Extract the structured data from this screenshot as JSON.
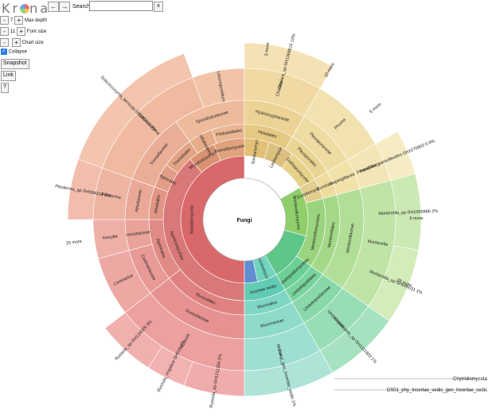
{
  "app": {
    "logo": {
      "k": "K",
      "r": "r",
      "n": "n",
      "a": "a"
    },
    "back_glyph": "←",
    "forward_glyph": "→",
    "search_label": "Search:",
    "search_value": "",
    "search_clear": "x",
    "controls": [
      {
        "name": "max-depth",
        "minus": "-",
        "value": "7",
        "plus": "+",
        "label": "Max depth"
      },
      {
        "name": "font-size",
        "minus": "-",
        "value": "11",
        "plus": "+",
        "label": "Font size"
      },
      {
        "name": "chart-size",
        "minus": "-",
        "value": "",
        "plus": "+",
        "label": "Chart size"
      }
    ],
    "collapse_check": "✓",
    "collapse_label": "Collapse",
    "snapshot_label": "Snapshot",
    "link_label": "Link",
    "help_label": "?",
    "icons": [
      "krona-logo",
      "back-arrow-icon",
      "forward-arrow-icon",
      "checkbox-icon"
    ]
  },
  "chart_data": {
    "type": "sunburst",
    "center_label": "Fungi",
    "start_angle_deg": 0,
    "rings": [
      "phylum",
      "class",
      "order",
      "family",
      "genus",
      "species"
    ],
    "nodes": [
      {
        "level": 1,
        "label": "Basidiomycota",
        "start": 180,
        "end": 360,
        "color": "#d9686a"
      },
      {
        "level": 1,
        "label": "Ascomycota",
        "start": 85,
        "end": 130,
        "color": "#d4b06a"
      },
      {
        "level": 1,
        "label": "",
        "start": 130,
        "end": 150,
        "color": "#e6d8a3"
      },
      {
        "level": 1,
        "label": "Mortierellomycota",
        "start": 60,
        "end": 105,
        "color": "#8fce6a"
      },
      {
        "level": 1,
        "label": "",
        "start": 105,
        "end": 150,
        "color": "#5fc68a"
      },
      {
        "level": 1,
        "label": "Mucoromycota",
        "start": 150,
        "end": 168,
        "color": "#70d4bf"
      },
      {
        "level": 1,
        "label": "",
        "start": 168,
        "end": 180,
        "color": "#5f8fd0"
      },
      {
        "level": 2,
        "label": "Agaricomycetes",
        "start": 180,
        "end": 318,
        "color": "#d97878"
      },
      {
        "level": 2,
        "label": "Microbotryomycetes",
        "start": 318,
        "end": 338,
        "color": "#d99272"
      },
      {
        "level": 2,
        "label": "Tremellomycetes",
        "start": 338,
        "end": 360,
        "color": "#e0a17c"
      },
      {
        "level": 2,
        "label": "Sordariomycetes",
        "start": 0,
        "end": 18,
        "color": "#e2c076"
      },
      {
        "level": 2,
        "label": "Leotiomycetes",
        "start": 18,
        "end": 36,
        "color": "#dcc07e"
      },
      {
        "level": 2,
        "label": "Dothideomycetes",
        "start": 36,
        "end": 60,
        "color": "#e7d28a"
      },
      {
        "level": 2,
        "label": "Eurotiomycetes",
        "start": 60,
        "end": 75,
        "color": "#e2cf90"
      },
      {
        "level": 2,
        "label": "Mortierellomycetes",
        "start": 75,
        "end": 125,
        "color": "#9ad47e"
      },
      {
        "level": 2,
        "label": "Umbelopsidomycetes",
        "start": 125,
        "end": 150,
        "color": "#6ccf95"
      },
      {
        "level": 2,
        "label": "Incertae sedis",
        "start": 150,
        "end": 180,
        "color": "#62cbb4"
      },
      {
        "level": 3,
        "label": "Russulales",
        "start": 180,
        "end": 232,
        "color": "#e08282"
      },
      {
        "level": 3,
        "label": "Agaricales",
        "start": 232,
        "end": 270,
        "color": "#e18b86"
      },
      {
        "level": 3,
        "label": "Atheliales",
        "start": 270,
        "end": 290,
        "color": "#e29585"
      },
      {
        "level": 3,
        "label": "Polyporales",
        "start": 290,
        "end": 305,
        "color": "#e49e88"
      },
      {
        "level": 3,
        "label": "Tremellales",
        "start": 305,
        "end": 325,
        "color": "#e2a486"
      },
      {
        "level": 3,
        "label": "Sporidiobolales",
        "start": 325,
        "end": 340,
        "color": "#e6ab88"
      },
      {
        "level": 3,
        "label": "Filobasidiales",
        "start": 340,
        "end": 360,
        "color": "#e9b592"
      },
      {
        "level": 3,
        "label": "Helotiales",
        "start": 0,
        "end": 30,
        "color": "#e5c882"
      },
      {
        "level": 3,
        "label": "Pleosporales",
        "start": 30,
        "end": 60,
        "color": "#ead494"
      },
      {
        "level": 3,
        "label": "Eurotiales",
        "start": 60,
        "end": 75,
        "color": "#eedc9c"
      },
      {
        "level": 3,
        "label": "Mortierellales",
        "start": 75,
        "end": 125,
        "color": "#a4d98a"
      },
      {
        "level": 3,
        "label": "Umbelopsidales",
        "start": 125,
        "end": 150,
        "color": "#78d39e"
      },
      {
        "level": 3,
        "label": "Mucorales",
        "start": 150,
        "end": 180,
        "color": "#7ed6c4"
      },
      {
        "level": 4,
        "label": "Russulaceae",
        "start": 180,
        "end": 232,
        "color": "#e79292"
      },
      {
        "level": 4,
        "label": "Cortinariaceae",
        "start": 232,
        "end": 255,
        "color": "#e89a96"
      },
      {
        "level": 4,
        "label": "Inocybaceae",
        "start": 255,
        "end": 270,
        "color": "#eaa39a"
      },
      {
        "level": 4,
        "label": "Atheliaceae",
        "start": 270,
        "end": 290,
        "color": "#eaa998"
      },
      {
        "level": 4,
        "label": "Tremellaceae",
        "start": 290,
        "end": 325,
        "color": "#eaae96"
      },
      {
        "level": 4,
        "label": "Sporidiobolaceae",
        "start": 325,
        "end": 360,
        "color": "#edbb9c"
      },
      {
        "level": 4,
        "label": "Hyaloscyphaceae",
        "start": 0,
        "end": 30,
        "color": "#ecd294"
      },
      {
        "level": 4,
        "label": "Pleosporaceae",
        "start": 30,
        "end": 60,
        "color": "#efdca2"
      },
      {
        "level": 4,
        "label": "Aspergillaceae",
        "start": 60,
        "end": 75,
        "color": "#f1e2aa"
      },
      {
        "level": 4,
        "label": "Mortierellaceae",
        "start": 75,
        "end": 125,
        "color": "#b2de98"
      },
      {
        "level": 4,
        "label": "Umbelopsidaceae",
        "start": 125,
        "end": 150,
        "color": "#88d8aa"
      },
      {
        "level": 4,
        "label": "Mucoraceae",
        "start": 150,
        "end": 180,
        "color": "#8edbcb"
      },
      {
        "level": 5,
        "label": "Russula",
        "start": 180,
        "end": 232,
        "color": "#eca0a0"
      },
      {
        "level": 5,
        "label": "Cortinarius",
        "start": 232,
        "end": 255,
        "color": "#eda8a4"
      },
      {
        "level": 5,
        "label": "Inocybe",
        "start": 255,
        "end": 270,
        "color": "#eeb0a6"
      },
      {
        "level": 5,
        "label": "Piloderma",
        "start": 270,
        "end": 290,
        "color": "#eeb4a2"
      },
      {
        "level": 5,
        "label": "Solicoccozyma",
        "start": 290,
        "end": 340,
        "color": "#efbaa0"
      },
      {
        "level": 5,
        "label": "Leucosporidium",
        "start": 340,
        "end": 360,
        "color": "#f1c4a8"
      },
      {
        "level": 5,
        "label": "Chalara",
        "start": 0,
        "end": 30,
        "color": "#f0d9a2"
      },
      {
        "level": 5,
        "label": "Phoma",
        "start": 30,
        "end": 60,
        "color": "#f2e2b0"
      },
      {
        "level": 5,
        "label": "Penicillium",
        "start": 60,
        "end": 75,
        "color": "#f3e6b6"
      },
      {
        "level": 5,
        "label": "Mortierella",
        "start": 75,
        "end": 125,
        "color": "#bfe4a6"
      },
      {
        "level": 5,
        "label": "Umbelopsis",
        "start": 125,
        "end": 150,
        "color": "#98ddb6"
      },
      {
        "level": 5,
        "label": "Mucor",
        "start": 150,
        "end": 180,
        "color": "#9edfd2"
      },
      {
        "level": 6,
        "label": "Russula_sp-SH1211334",
        "pct": "2%",
        "start": 180,
        "end": 200,
        "color": "#f0acac"
      },
      {
        "level": 6,
        "label": "Russula_ringalica-SH018",
        "pct": "4%",
        "start": 200,
        "end": 213,
        "color": "#f2b2b2"
      },
      {
        "level": 6,
        "label": "Russula_sp-SH124025",
        "pct": "3%",
        "start": 213,
        "end": 232,
        "color": "#f0b0ae"
      },
      {
        "level": 6,
        "label": "Piloderma_sp-SH094316",
        "pct": "6%",
        "start": 270,
        "end": 290,
        "color": "#f2bdac"
      },
      {
        "level": 6,
        "label": "Solicoccozyma_terricola-SH185613",
        "pct": "5%",
        "start": 290,
        "end": 340,
        "color": "#f3c4ae"
      },
      {
        "level": 6,
        "label": "Chalara_sp-SH1068615",
        "pct": "10%",
        "start": 0,
        "end": 30,
        "color": "#f4e2b4"
      },
      {
        "level": 6,
        "label": "Penicillium_penicillioides-SH1070803",
        "pct": "0.9%",
        "start": 60,
        "end": 75,
        "color": "#f6ecc4"
      },
      {
        "level": 6,
        "label": "Mortierella_sp-SH1055886",
        "pct": "2%",
        "start": 75,
        "end": 100,
        "color": "#cce9b4"
      },
      {
        "level": 6,
        "label": "Mortierella_sp-SH095011",
        "pct": "1%",
        "start": 100,
        "end": 125,
        "color": "#d2ecba"
      },
      {
        "level": 6,
        "label": "Umbelopsis_sp-SH1111903",
        "pct": "1%",
        "start": 125,
        "end": 150,
        "color": "#a6e2c0"
      },
      {
        "level": 6,
        "label": "Fungi_gen_Incertae_sedis",
        "pct": "1%",
        "start": 150,
        "end": 180,
        "color": "#aee3d8"
      }
    ],
    "outer_labels": [
      {
        "label": "Chytridiomycota"
      },
      {
        "label": "GS01_phy_Incertae_sedis_gen_Incertae_sedis"
      }
    ],
    "more_labels": [
      {
        "label": "25 more"
      },
      {
        "label": "6 more"
      },
      {
        "label": "10 more"
      },
      {
        "label": "3 more"
      },
      {
        "label": "28 more"
      },
      {
        "label": "5 more"
      }
    ]
  }
}
